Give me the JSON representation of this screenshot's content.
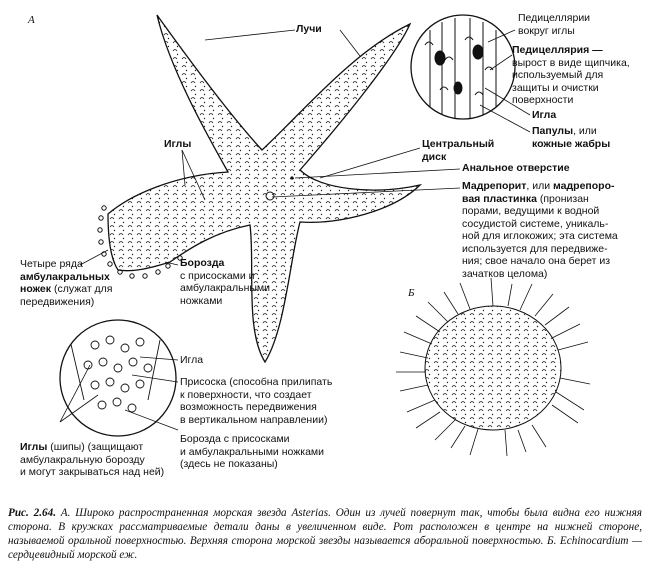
{
  "panels": {
    "a": "А",
    "b": "Б"
  },
  "labels": {
    "rays": "Лучи",
    "pedicellariae_around_spine": [
      "Педицеллярии",
      "вокруг иглы"
    ],
    "pedicellaria_term": "Педицеллярия —",
    "pedicellaria_desc": [
      "вырост в виде щипчика,",
      "используемый для",
      "защиты и очистки",
      "поверхности"
    ],
    "spine": "Игла",
    "papulae_term": "Папулы",
    "papulae_or": ", или",
    "papulae_term2": "кожные жабры",
    "spines": "Иглы",
    "central_disc": [
      "Центральный",
      "диск"
    ],
    "anus": "Анальное отверстие",
    "madreporite_term": "Мадрепорит",
    "madreporite_or": ", или",
    "madreporite_term2a": "мадрепоро-",
    "madreporite_term2b": "вая пластинка",
    "madreporite_desc1": " (пронизан",
    "madreporite_desc": [
      "порами, ведущими к водной",
      "сосудистой системе, уникаль-",
      "ной для иглокожих; эта система",
      "используется для передвиже-",
      "ния; свое начало она берет из",
      "зачатков целома)"
    ],
    "tube_feet_1": "Четыре ряда",
    "tube_feet_term": "амбулакральных",
    "tube_feet_term2": "ножек",
    "tube_feet_desc": " (служат для",
    "tube_feet_desc2": "передвижения)",
    "groove_term": "Борозда",
    "groove_desc": [
      "с присосками и",
      "амбулакральными",
      "ножками"
    ],
    "needle": "Игла",
    "sucker": [
      "Присоска (способна прилипать",
      "к поверхности, что создает",
      "возможность передвижения",
      "в вертикальном направлении)"
    ],
    "spines_term": "Иглы",
    "spines_desc": [
      " (шипы) (защищают",
      "амбулакральную борозду",
      "и могут закрываться над ней)"
    ],
    "groove2": [
      "Борозда с присосками",
      "и амбулакральными ножками",
      "(здесь не показаны)"
    ]
  },
  "caption": {
    "fig": "Рис. 2.64.",
    "text": " А. Широко распространенная морская звезда Asterias. Один из лучей повернут так, чтобы была видна его нижняя сторона. В кружках рассматриваемые детали даны в увеличенном виде. Рот расположен в центре на нижней стороне, называемой оральной поверхностью. Верхняя сторона морской звезды называется аборальной поверхностью. Б. Echinocardium — сердцевидный морской еж."
  }
}
